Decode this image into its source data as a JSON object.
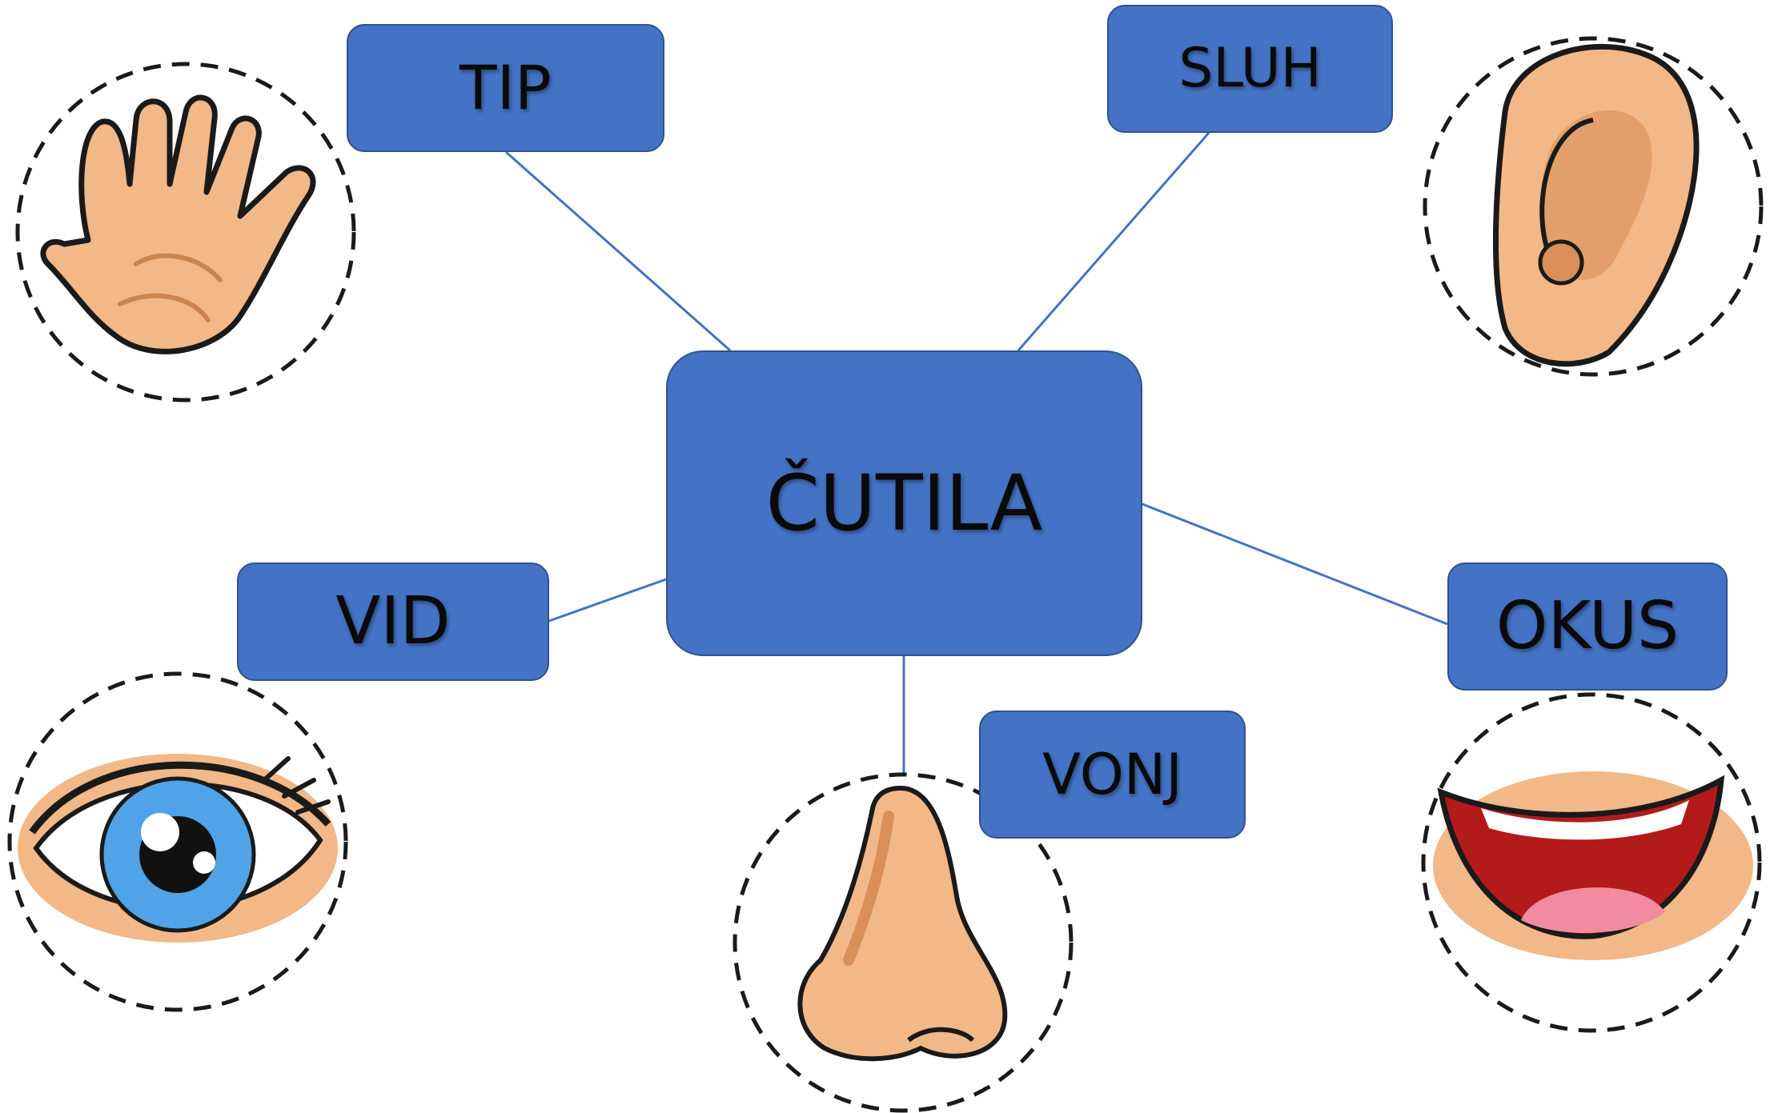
{
  "diagram": {
    "center": {
      "label": "ČUTILA"
    },
    "senses": [
      {
        "key": "tip",
        "label": "TIP",
        "icon": "hand-icon"
      },
      {
        "key": "sluh",
        "label": "SLUH",
        "icon": "ear-icon"
      },
      {
        "key": "vid",
        "label": "VID",
        "icon": "eye-icon"
      },
      {
        "key": "okus",
        "label": "OKUS",
        "icon": "mouth-icon"
      },
      {
        "key": "vonj",
        "label": "VONJ",
        "icon": "nose-icon"
      }
    ],
    "colors": {
      "node_fill": "#4472C4",
      "node_border": "#2F528F",
      "connector": "#4472C4",
      "skin": "#F2B887",
      "skin_shadow": "#D98F57",
      "outline": "#1a1a1a",
      "iris": "#4FA3E6",
      "lips": "#B31B1B",
      "tongue": "#F28BA0"
    }
  }
}
